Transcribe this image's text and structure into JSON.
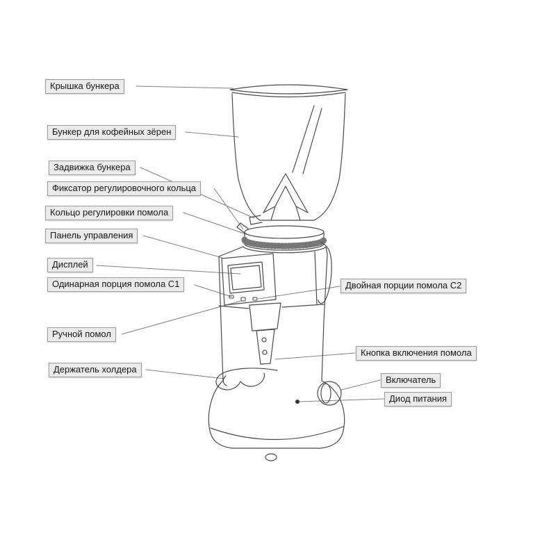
{
  "diagram": {
    "subject": "coffee-grinder-parts-diagram",
    "labels": {
      "hopper_lid": "Крышка бункера",
      "hopper": "Бункер для кофейных зёрен",
      "hopper_gate": "Задвижка бункера",
      "ring_lock": "Фиксатор регулировочного кольца",
      "grind_ring": "Кольцо регулировки помола",
      "control_panel": "Панель управления",
      "display": "Дисплей",
      "single_dose": "Одинарная порция помола C1",
      "manual_grind": "Ручной помол",
      "portafilter_holder": "Держатель холдера",
      "double_dose": "Двойная порции помола C2",
      "grind_button": "Кнопка включения помола",
      "power_switch": "Включатель",
      "power_led": "Диод питания"
    },
    "colors": {
      "label_bg": "#ebebeb",
      "label_border": "#9b9b9b",
      "outline": "#4a4a4a",
      "leader_line": "#808080"
    }
  }
}
